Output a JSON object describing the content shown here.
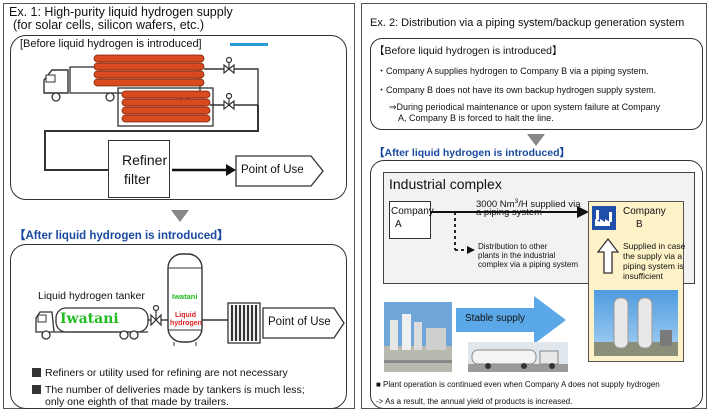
{
  "left": {
    "title_line1": "Ex. 1: High-purity liquid hydrogen supply",
    "title_line2": "(for solar cells, silicon wafers, etc.)",
    "before_label": "[Before liquid hydrogen is introduced]",
    "refiner_line1": "Refiner",
    "refiner_line2": "filter",
    "point_of_use_top": "Point of Use",
    "after_label": "【After liquid hydrogen is introduced】",
    "tanker_label": "Liquid hydrogen tanker",
    "truck_brand": "Iwatani",
    "tank_brand": "Iwatani",
    "tank_text_line1": "Liquid",
    "tank_text_line2": "hydrogen",
    "point_of_use_bottom": "Point of Use",
    "bullets": [
      "Refiners or utility used for refining are not necessary",
      "The number of deliveries made by tankers is much less;",
      "only one eighth of that made by trailers."
    ]
  },
  "right": {
    "title": "Ex. 2: Distribution via a piping system/backup generation system",
    "before_label": "【Before liquid hydrogen is introduced】",
    "before_items": [
      "・Company A supplies hydrogen to Company B via a piping system.",
      "・Company B does not have its own backup hydrogen supply system.",
      "⇒During periodical maintenance or upon system failure at Company",
      "A, Company B is forced to halt the line."
    ],
    "after_label": "【After liquid hydrogen is introduced】",
    "complex_title": "Industrial complex",
    "company_a_line1": "Company",
    "company_a_line2": "A",
    "supply_line1": "3000 Nm",
    "supply_sup": "3",
    "supply_line1b": "/H supplied via",
    "supply_line2": "a piping system",
    "dist_line1": "Distribution to other",
    "dist_line2": "plants in the industrial",
    "dist_line3": "complex via a piping system",
    "company_b_line1": "Company",
    "company_b_line2": "B",
    "backup_line1": "Supplied in case",
    "backup_line2": "the supply via a",
    "backup_line3": "piping system is",
    "backup_line4": "insufficient",
    "stable_supply": "Stable supply",
    "footer1": "■ Plant operation is continued even when Company A does not supply hydrogen",
    "footer2": "-> As a result, the annual yield of products is increased."
  },
  "colors": {
    "tube_red": "#d94a1e",
    "header_blue": "#1a4aa0",
    "arrow_blue": "#5aa8e8",
    "company_b_fill": "#fdf2c8",
    "complex_fill": "#f2f2f2",
    "brand_green": "#22bb22",
    "brand_red": "#e02020"
  },
  "icons": [
    "trailer-icon",
    "valve-icon",
    "tank-icon",
    "vaporizer-icon",
    "factory-icon",
    "truck-icon"
  ]
}
